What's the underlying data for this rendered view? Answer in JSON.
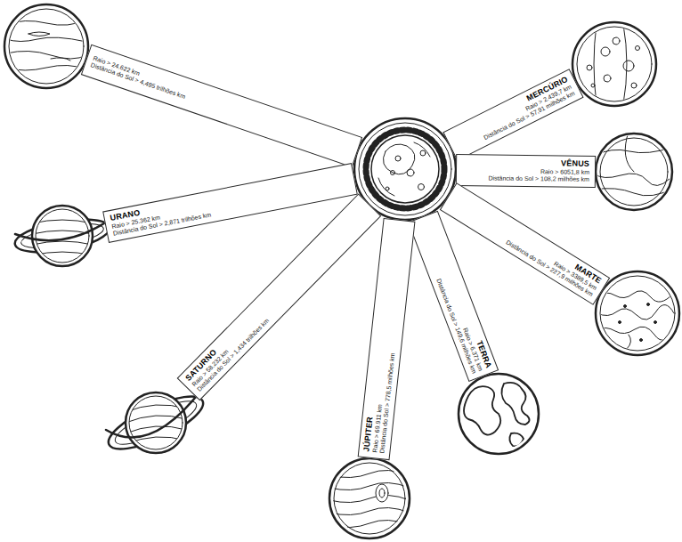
{
  "diagram": {
    "nodes": [
      {
        "text": [
          "Raio > 24.622 km",
          "Distância do Sol > 4,495 trilhões km"
        ]
      },
      {
        "text": [
          "MERCÚRIO",
          "Raio > 2.439,7 km",
          "Distância do Sol > 57,91 milhões km"
        ]
      },
      {
        "text": [
          "VÊNUS",
          "Raio > 6051,8 km",
          "Distância do Sol > 108,2 milhões km"
        ]
      },
      {
        "text": [
          "URANO",
          "Raio > 25.362 km",
          "Distância do Sol > 2,871 trilhões km"
        ]
      },
      {
        "text": [
          "MARTE",
          "Raio > 3389,5 km",
          "Distância do Sol > 227,9 milhões km"
        ]
      },
      {
        "text": [
          "SATURNO",
          "Raio > 58.232 km",
          "Distância do Sol > 1,434 trilhões km"
        ]
      },
      {
        "text": [
          "TERRA",
          "Raio > 6.371 km",
          "Distância do Sol > 149,6 milhões km"
        ]
      },
      {
        "text": [
          "JÚPITER",
          "Raio > 69.911 km",
          "Distância do Sol > 778,5 milhões km"
        ]
      }
    ]
  }
}
